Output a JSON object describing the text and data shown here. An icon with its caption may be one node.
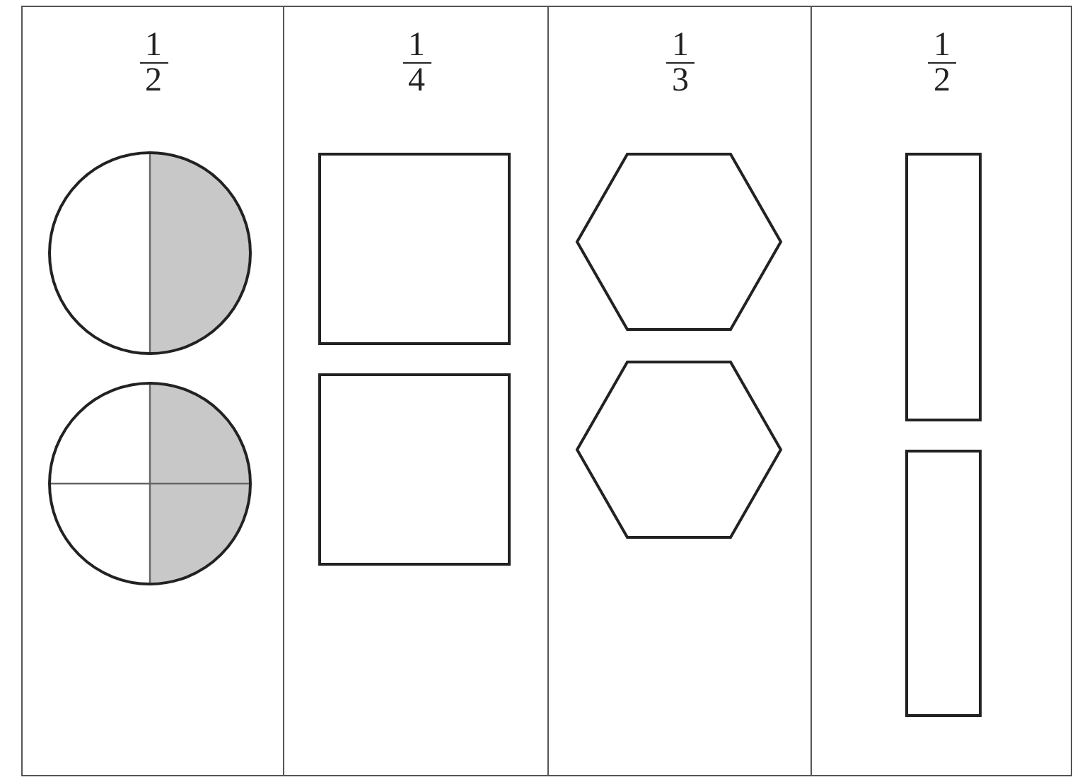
{
  "diagram": {
    "nodes": [
      {
        "text": [
          "1",
          "2"
        ]
      },
      {
        "text": [
          "1",
          "4"
        ]
      },
      {
        "text": [
          "1",
          "3"
        ]
      },
      {
        "text": [
          "1",
          "2"
        ]
      },
      {
        "text": [],
        "shape": "circle",
        "in": 0
      },
      {
        "text": [],
        "shape": "circle",
        "in": 0
      },
      {
        "text": [],
        "shape": "box",
        "in": 1
      },
      {
        "text": [],
        "shape": "box",
        "in": 1
      },
      {
        "text": [],
        "shape": "hexagon",
        "in": 2
      },
      {
        "text": [],
        "shape": "hexagon",
        "in": 2
      },
      {
        "text": [],
        "shape": "bar",
        "in": 3
      },
      {
        "text": [],
        "shape": "bar",
        "in": 3
      }
    ]
  }
}
